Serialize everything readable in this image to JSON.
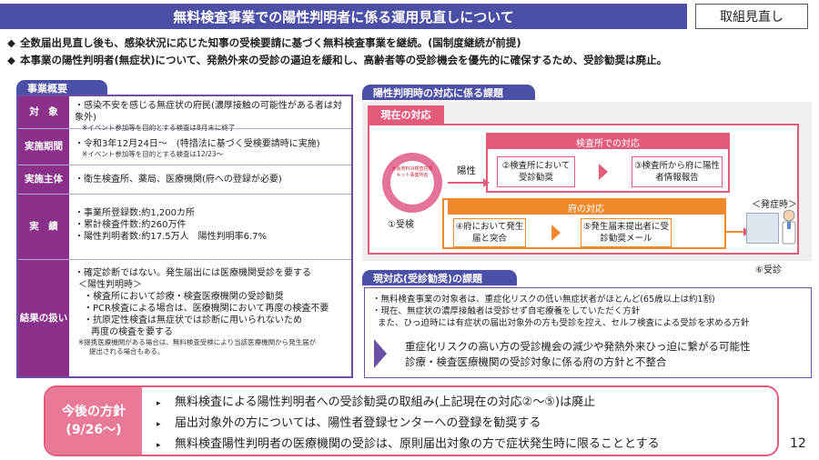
{
  "header": {
    "title": "無料検査事業での陽性判明者に係る運用見直しについて",
    "tag": "取組見直し"
  },
  "bullets": [
    "全数届出見直し後も、感染状況に応じた知事の受検要請に基づく無料検査事業を継続。(国制度継続が前提)",
    "本事業の陽性判明者(無症状)について、発熱外来の受診の逼迫を緩和し、高齢者等の受診機会を優先的に確保するため、受診勧奨は廃止。"
  ],
  "bullet_marker": "◆",
  "overview": {
    "label": "事業概要",
    "rows": [
      {
        "head": "対　象",
        "lines": [
          "・感染不安を感じる無症状の府民(濃厚接触の可能性がある者は対象外)"
        ],
        "notes": [
          "※イベント参加等を目的とする検査は8月末に終了"
        ]
      },
      {
        "head": "実施期間",
        "lines": [
          "・令和3年12月24日～　(特措法に基づく受検要請時に実施)"
        ],
        "notes": [
          "※イベント参加等を目的とする検査は12/23～"
        ]
      },
      {
        "head": "実施主体",
        "lines": [
          "・衛生検査所、薬局、医療機関(府への登録が必要)"
        ],
        "notes": []
      },
      {
        "head": "実　績",
        "lines": [
          "・事業所登録数:約1,200カ所",
          "・累計検査件数:約260万件",
          "・陽性判明者数:約17.5万人　陽性判明率6.7%"
        ],
        "notes": []
      },
      {
        "head": "結果の扱い",
        "lines": [
          "・確定診断ではない。発生届出には医療機関受診を要する",
          "＜陽性判明時＞",
          "・検査所において診療・検査医療機関の受診勧奨",
          "・PCR検査による場合は、医療機関において再度の検査不要",
          "・抗原定性検査は無症状では診断に用いられないため",
          "再度の検査を要する"
        ],
        "notes": [
          "※提携医療機関がある場合は、無料検査受検により当該医療機関から発生届が",
          "提出される場合もある。"
        ]
      }
    ]
  },
  "response": {
    "label": "陽性判明時の対応に係る課題",
    "current_label": "現在の対応",
    "seal_text": "大阪府PCR検査抗原キット事業所名",
    "step1": "①受検",
    "positive": "陽性",
    "clinic_group": "検査所での対応",
    "step2": "②検査所において受診勧奨",
    "step3": "③検査所から府に陽性者情報報告",
    "pref_group": "府の対応",
    "step4": "④府において発生届と突合",
    "step5": "⑤発生届未提出者に受診勧奨メール",
    "symptom": "＜発症時＞",
    "step6": "⑥受診"
  },
  "issue": {
    "label": "現対応(受診勧奨)の課題",
    "lines": [
      "・無料検査事業の対象者は、重症化リスクの低い無症状者がほとんど(65歳以上は約1割)",
      "・現在、無症状の濃厚接触者は受診せず自宅療養をしていただく方針",
      "また、ひっ迫時には有症状の届出対象外の方も受診を控え、セルフ検査による受診を求める方針"
    ],
    "conclusion": [
      "重症化リスクの高い方の受診機会の減少や発熱外来ひっ迫に繋がる可能性",
      "診療・検査医療機関の受診対象に係る府の方針と不整合"
    ]
  },
  "policy": {
    "label_line1": "今後の方針",
    "label_line2": "(9/26～)",
    "items": [
      "無料検査による陽性判明者への受診勧奨の取組み(上記現在の対応②～⑤)は廃止",
      "届出対象外の方については、陽性者登録センターへの登録を勧奨する",
      "無料検査陽性判明者の医療機関の受診は、原則届出対象の方で症状発生時に限ることとする"
    ],
    "marker": "▸"
  },
  "page_number": "12",
  "colors": {
    "navy": "#4b4fa6",
    "purple": "#8a2f8a",
    "pink": "#e25b7b",
    "orange": "#ef8a2c"
  }
}
